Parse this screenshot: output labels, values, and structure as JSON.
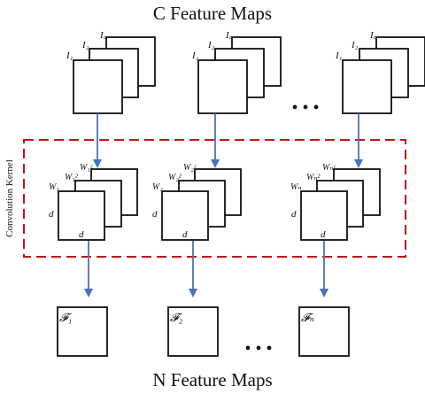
{
  "top_title": "C Feature Maps",
  "bottom_title": "N Feature Maps",
  "side_label": "Convolution Kernel",
  "ellipsis": "• • •",
  "input_stacks": [
    {
      "labels": [
        "I₁",
        "I₂",
        "I꜀"
      ]
    },
    {
      "labels": [
        "I₁",
        "I₂",
        "I꜀"
      ]
    },
    {
      "labels": [
        "I₁",
        "I₂",
        "I꜀"
      ]
    }
  ],
  "kernel_stacks": [
    {
      "labels": [
        "W₁",
        "W₁²",
        "W₁ᶜ"
      ],
      "dim_side": "d",
      "dim_bottom": "d"
    },
    {
      "labels": [
        "W₂",
        "W₂²",
        "W₂ᶜ"
      ],
      "dim_side": "d",
      "dim_bottom": "d"
    },
    {
      "labels": [
        "Wₙ",
        "Wₙ²",
        "Wₙᶜ"
      ],
      "dim_side": "d",
      "dim_bottom": "d"
    }
  ],
  "outputs": [
    {
      "label": "𝓕₁"
    },
    {
      "label": "𝓕₂"
    },
    {
      "label": "𝓕ₙ"
    }
  ],
  "colors": {
    "arrow": "#4a73b5",
    "kernel_box": "#c0141c"
  }
}
